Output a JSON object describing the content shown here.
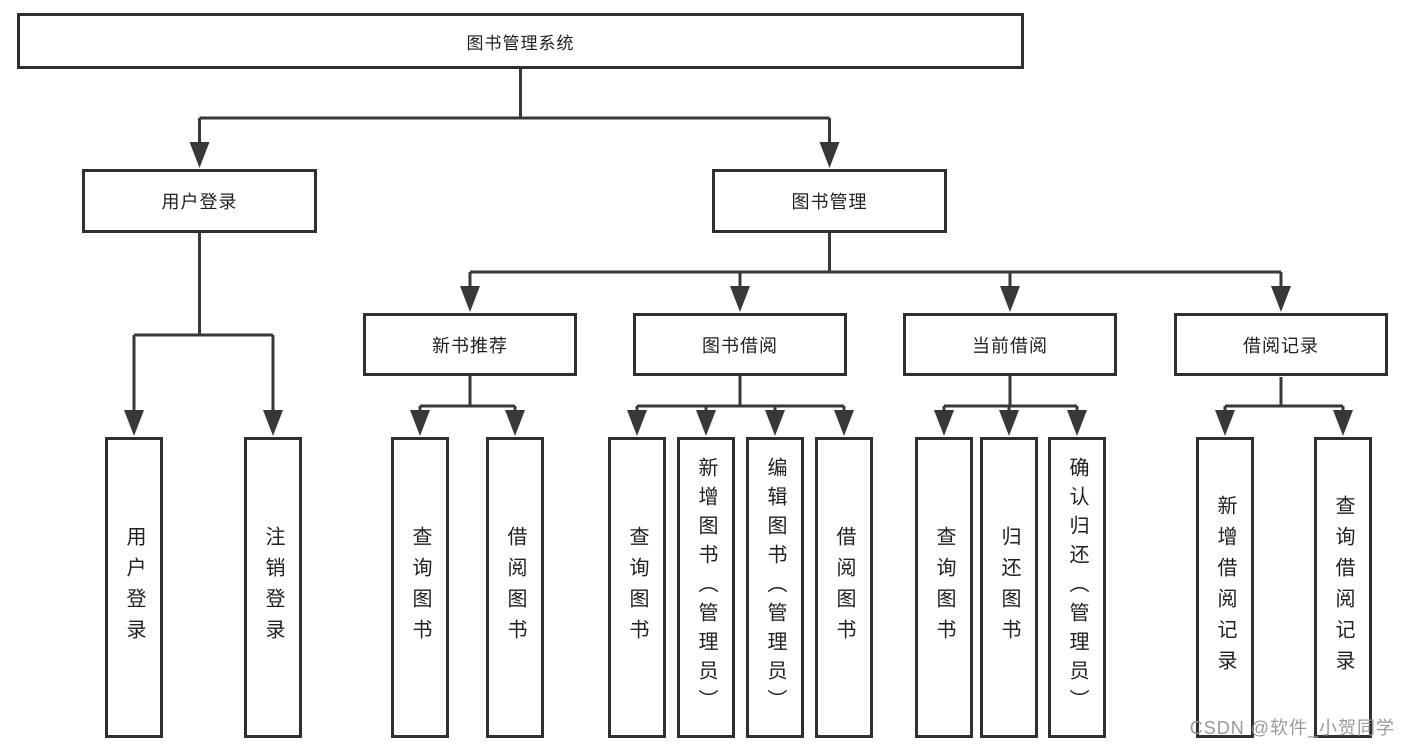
{
  "tree": {
    "root": {
      "label": "图书管理系统"
    },
    "branches": [
      {
        "label": "用户登录",
        "children": [
          {
            "label": "用户登录"
          },
          {
            "label": "注销登录"
          }
        ]
      },
      {
        "label": "图书管理",
        "children": [
          {
            "label": "新书推荐",
            "children": [
              {
                "label": "查询图书"
              },
              {
                "label": "借阅图书"
              }
            ]
          },
          {
            "label": "图书借阅",
            "children": [
              {
                "label": "查询图书"
              },
              {
                "label": "新增图书（管理员）"
              },
              {
                "label": "编辑图书（管理员）"
              },
              {
                "label": "借阅图书"
              }
            ]
          },
          {
            "label": "当前借阅",
            "children": [
              {
                "label": "查询图书"
              },
              {
                "label": "归还图书"
              },
              {
                "label": "确认归还（管理员）"
              }
            ]
          },
          {
            "label": "借阅记录",
            "children": [
              {
                "label": "新增借阅记录"
              },
              {
                "label": "查询借阅记录"
              }
            ]
          }
        ]
      }
    ]
  },
  "watermark": {
    "text": "CSDN @软件_小贺同学"
  },
  "colors": {
    "line": "#383838",
    "box_border": "#2f2f2f",
    "text": "#1f1f1f",
    "watermark": "#9a9a9a",
    "background": "#ffffff"
  }
}
